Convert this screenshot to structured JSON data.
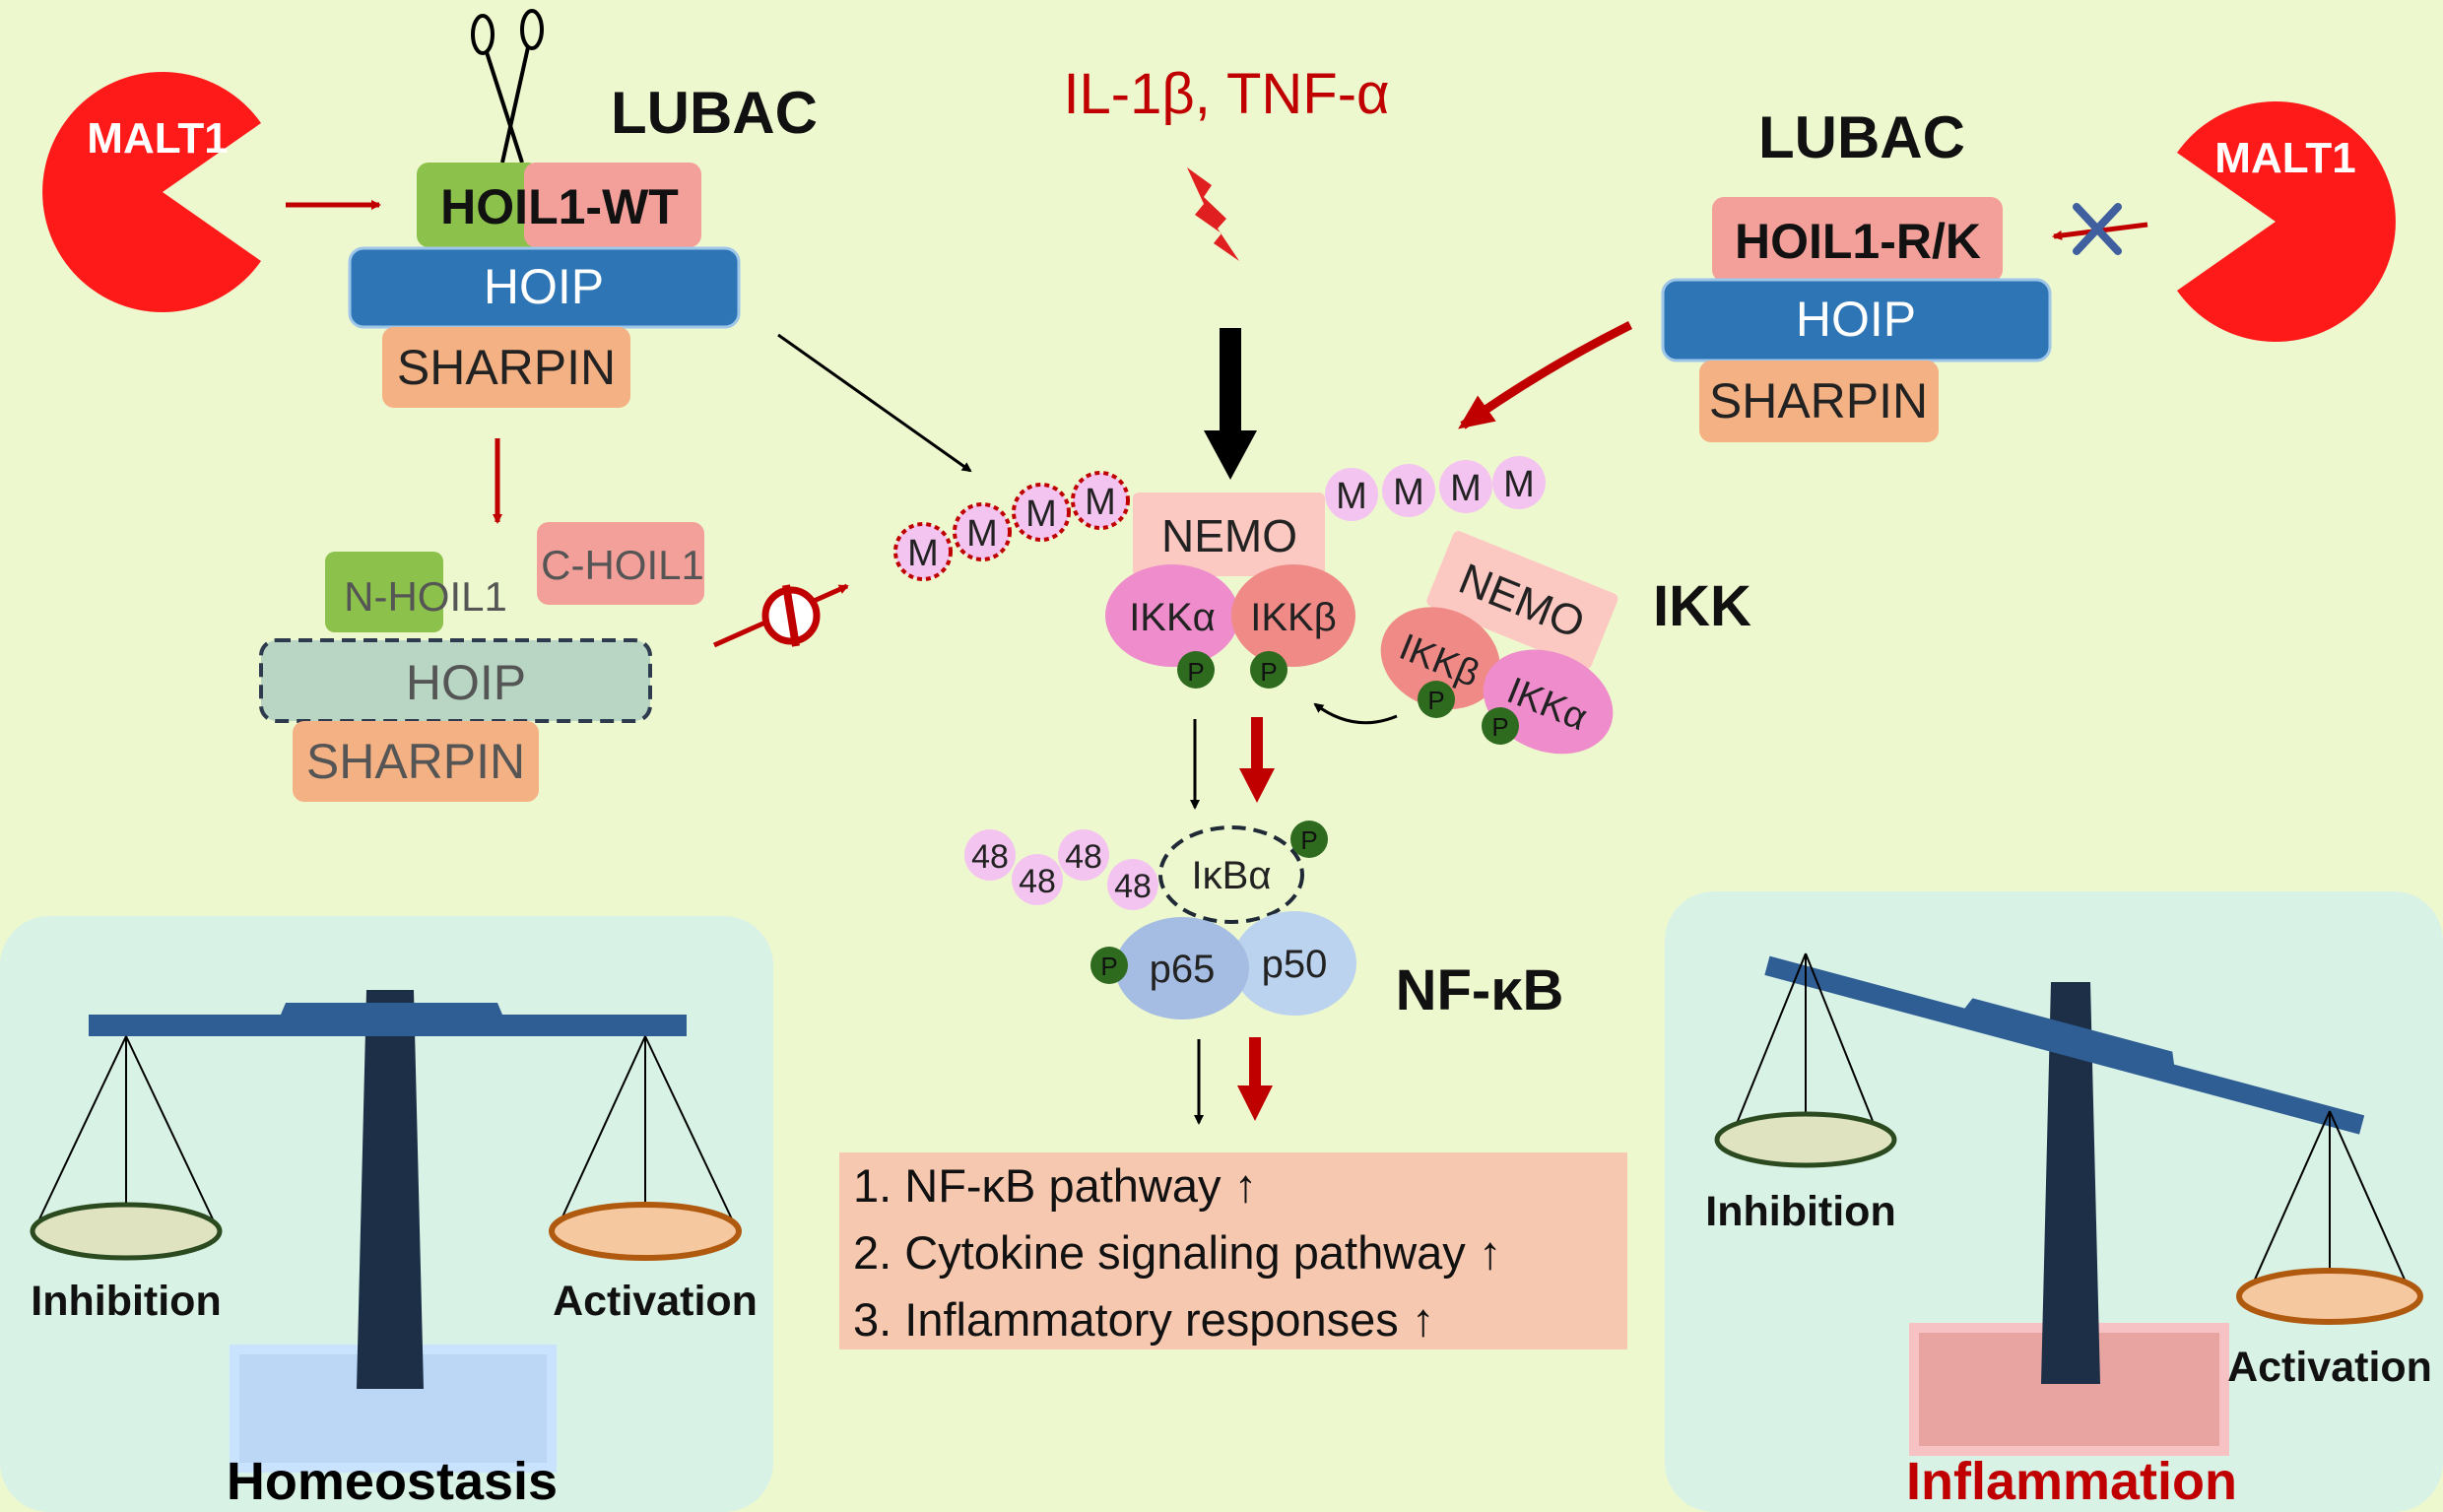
{
  "stimulus": "IL-1β, TNF-α",
  "left": {
    "malt1": "MALT1",
    "lubac_title": "LUBAC",
    "hoil1_prefix": "HOI",
    "hoil1_suffix": "L1-WT",
    "hoip": "HOIP",
    "sharpin": "SHARPIN"
  },
  "cleaved": {
    "n_hoil1": "N-HOIL1",
    "c_hoil1": "C-HOIL1",
    "hoip": "HOIP",
    "sharpin": "SHARPIN"
  },
  "right": {
    "lubac_title": "LUBAC",
    "hoil1": "HOIL1-R/K",
    "hoip": "HOIP",
    "sharpin": "SHARPIN",
    "malt1": "MALT1"
  },
  "ikk": {
    "label": "IKK",
    "nemo": "NEMO",
    "ikk_alpha": "IKKα",
    "ikk_beta": "IKKβ",
    "phospho": "P",
    "m_chain_left": [
      "M",
      "M",
      "M",
      "M"
    ],
    "m_chain_right": [
      "M",
      "M",
      "M",
      "M"
    ]
  },
  "nfkb": {
    "label": "NF-κB",
    "ikba": "IκBα",
    "ub48": [
      "48",
      "48",
      "48",
      "48"
    ],
    "p65": "p65",
    "p50": "p50"
  },
  "outcomes": [
    "1. NF-κB pathway ↑",
    "2. Cytokine signaling pathway ↑",
    "3. Inflammatory responses ↑"
  ],
  "homeostasis": {
    "title": "Homeostasis",
    "left_pan": "Inhibition",
    "right_pan": "Activation"
  },
  "inflammation": {
    "title": "Inflammation",
    "left_pan": "Inhibition",
    "right_pan": "Activation"
  },
  "colors": {
    "background": "#eef8cf",
    "malt1_red": "#ff1a1a",
    "arrow_red": "#c00000",
    "hoip_blue": "#2e75b6",
    "sharpin_orange": "#f4b183",
    "hoil1_pink": "#f4a09a",
    "hoil1_green": "#8cc14c",
    "nemo_pink": "#fbc9c2",
    "ikka_magenta": "#ee8ccc",
    "ikkb_salmon": "#ef8a87",
    "m_lilac": "#f4c4f0",
    "phospho_green": "#2e6b1f",
    "p65_blue": "#a5bde2",
    "p50_blue": "#bcd3ef",
    "outcome_box": "#f6c8b0",
    "scale_navy": "#1f3a5f",
    "scale_beam": "#3b6ea8",
    "panel_teal": "#d6f1e8",
    "homeostasis_text": "#000000",
    "inflammation_text": "#c00000"
  }
}
